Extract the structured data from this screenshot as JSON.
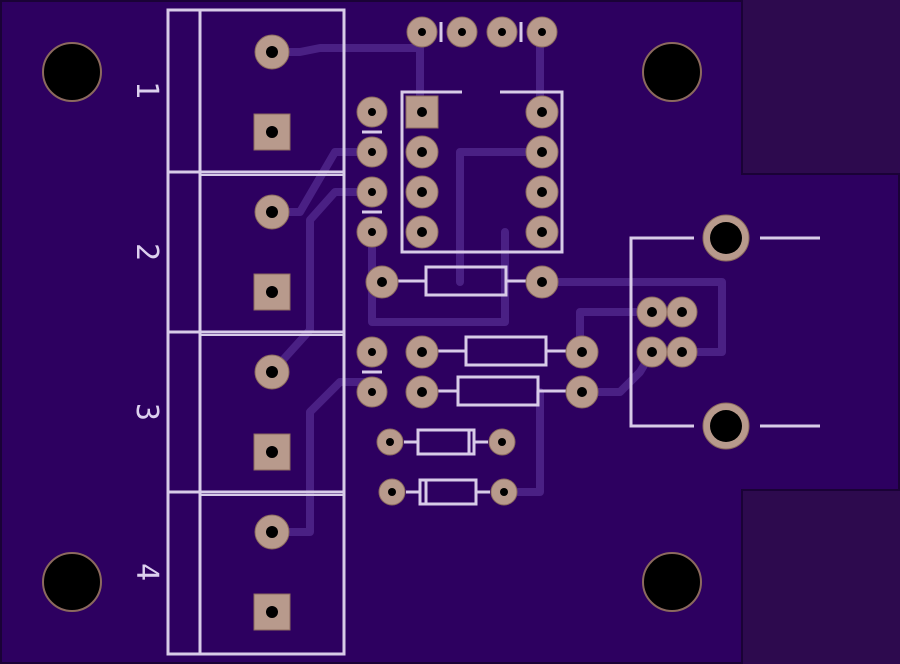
{
  "colors": {
    "board": "#2d0060",
    "board_edge": "#1a0236",
    "background": "#2d0a4e",
    "trace": "#4a2084",
    "silkscreen": "#d8cbe8",
    "pad": "#b89a8c",
    "pad_stroke": "#8c6a5e",
    "hole": "#000000"
  },
  "terminal_labels": [
    "1",
    "2",
    "3",
    "4"
  ]
}
